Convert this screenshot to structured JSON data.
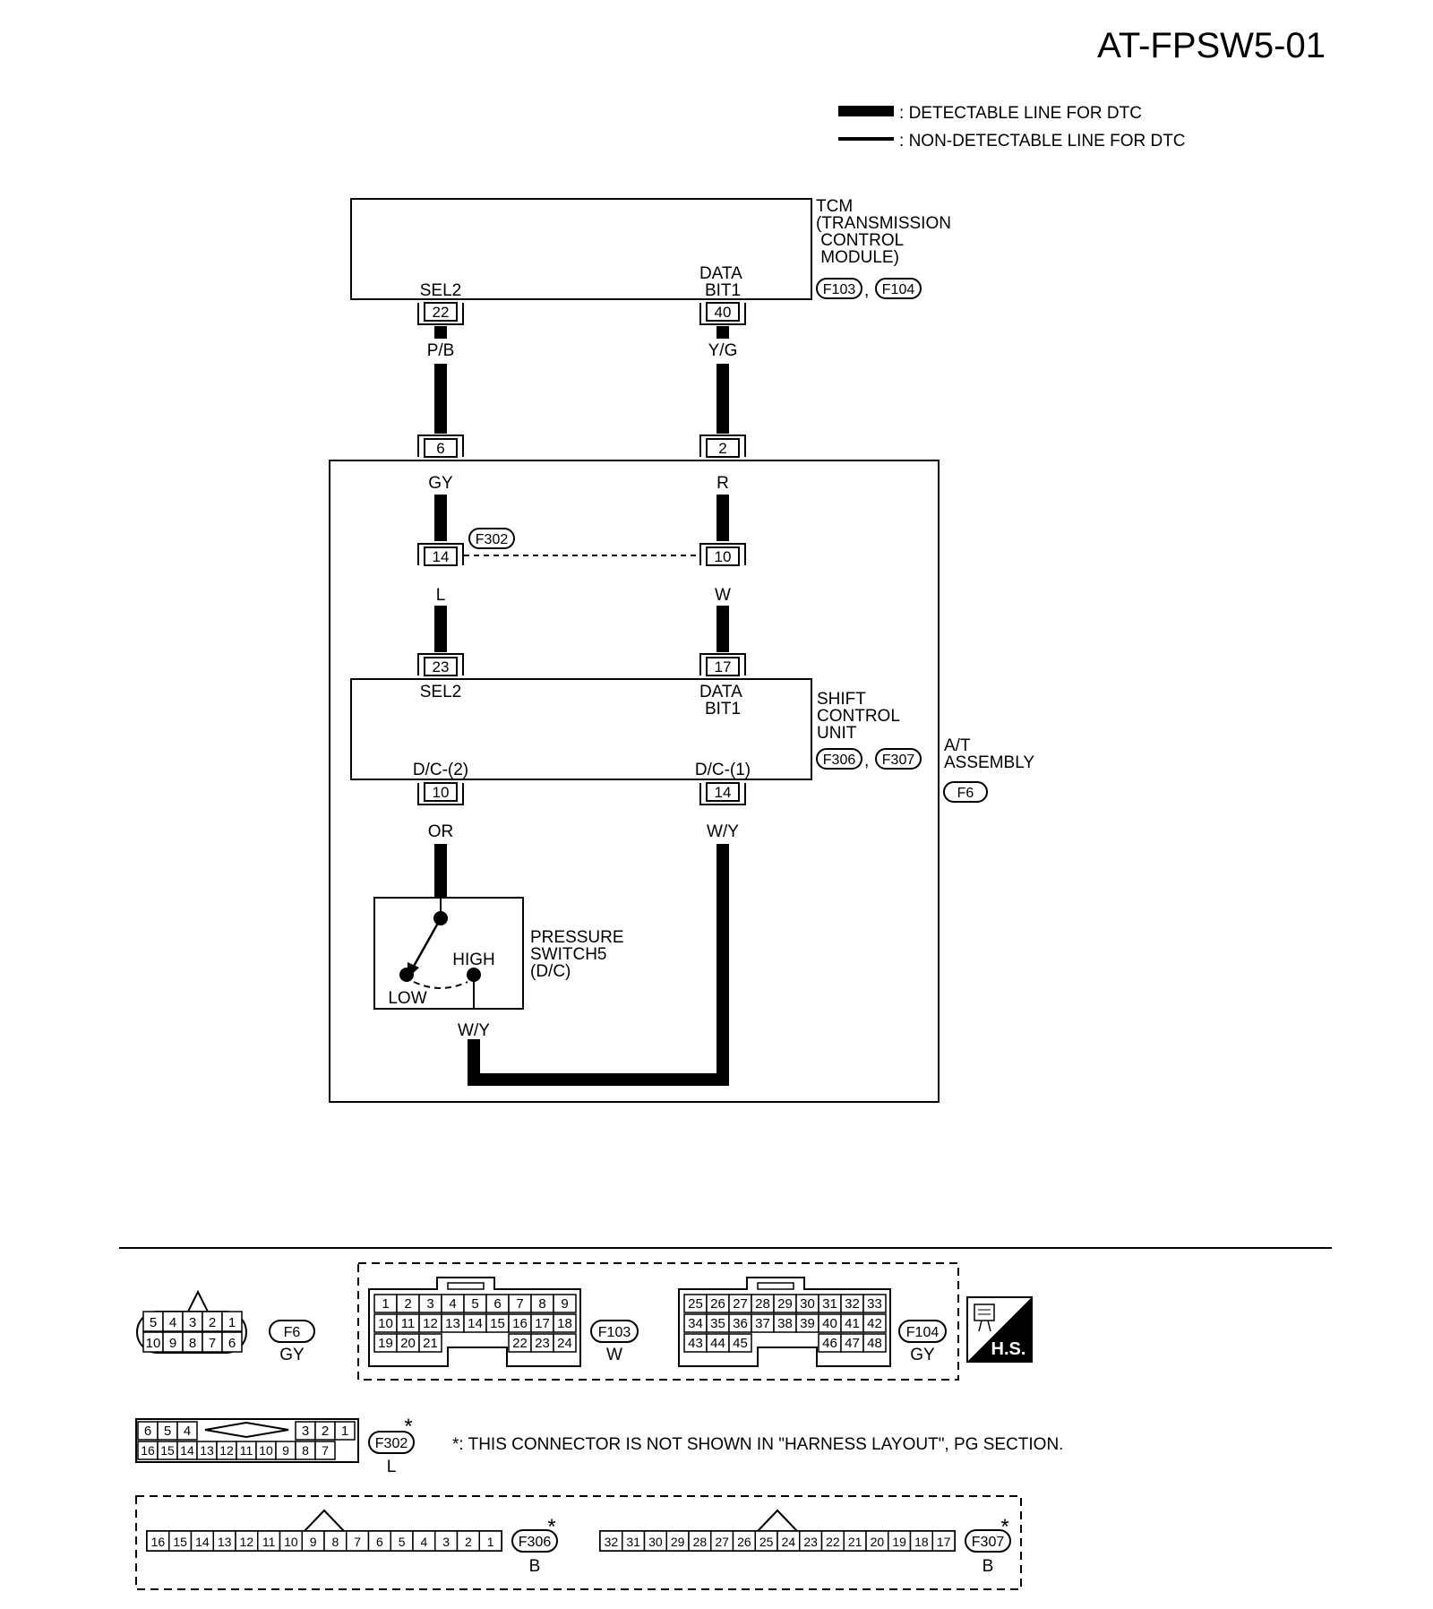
{
  "title": "AT-FPSW5-01",
  "legend": {
    "detectable": "DETECTABLE LINE FOR DTC",
    "non_detectable": "NON-DETECTABLE LINE FOR DTC"
  },
  "tcm": {
    "name_lines": [
      "TCM",
      "(TRANSMISSION",
      " CONTROL",
      " MODULE)"
    ],
    "connectors": [
      "F103",
      "F104"
    ],
    "terminals": [
      {
        "label": [
          "SEL2"
        ],
        "pin": "22",
        "wire_color": "P/B"
      },
      {
        "label": [
          "DATA",
          "BIT1"
        ],
        "pin": "40",
        "wire_color": "Y/G"
      }
    ]
  },
  "at_assembly": {
    "name_lines": [
      "A/T",
      "ASSEMBLY"
    ],
    "connector": "F6",
    "entry_pins": [
      {
        "pin": "6",
        "wire_color": "GY"
      },
      {
        "pin": "2",
        "wire_color": "R"
      }
    ],
    "junction": {
      "connector": "F302",
      "pins": [
        {
          "pin": "14",
          "wire_color": "L"
        },
        {
          "pin": "10",
          "wire_color": "W"
        }
      ]
    }
  },
  "shift_control_unit": {
    "name_lines": [
      "SHIFT",
      "CONTROL",
      "UNIT"
    ],
    "connectors": [
      "F306",
      "F307"
    ],
    "top_terminals": [
      {
        "label": [
          "SEL2"
        ],
        "pin": "23"
      },
      {
        "label": [
          "DATA",
          "BIT1"
        ],
        "pin": "17"
      }
    ],
    "bottom_terminals": [
      {
        "label": "D/C-(2)",
        "pin": "10",
        "wire_color": "OR"
      },
      {
        "label": "D/C-(1)",
        "pin": "14",
        "wire_color": "W/Y"
      }
    ]
  },
  "pressure_switch": {
    "name_lines": [
      "PRESSURE",
      "SWITCH5",
      "(D/C)"
    ],
    "high_label": "HIGH",
    "low_label": "LOW",
    "output_wire_color": "W/Y"
  },
  "connector_views": {
    "f6": {
      "code": "F6",
      "color": "GY",
      "row1": [
        "5",
        "4",
        "3",
        "2",
        "1"
      ],
      "row2": [
        "10",
        "9",
        "8",
        "7",
        "6"
      ]
    },
    "f103": {
      "code": "F103",
      "color": "W",
      "row1": [
        "1",
        "2",
        "3",
        "4",
        "5",
        "6",
        "7",
        "8",
        "9"
      ],
      "row2": [
        "10",
        "11",
        "12",
        "13",
        "14",
        "15",
        "16",
        "17",
        "18"
      ],
      "row3_left": [
        "19",
        "20",
        "21"
      ],
      "row3_right": [
        "22",
        "23",
        "24"
      ]
    },
    "f104": {
      "code": "F104",
      "color": "GY",
      "row1": [
        "25",
        "26",
        "27",
        "28",
        "29",
        "30",
        "31",
        "32",
        "33"
      ],
      "row2": [
        "34",
        "35",
        "36",
        "37",
        "38",
        "39",
        "40",
        "41",
        "42"
      ],
      "row3_left": [
        "43",
        "44",
        "45"
      ],
      "row3_right": [
        "46",
        "47",
        "48"
      ]
    },
    "hs_badge": "H.S.",
    "f302": {
      "code": "F302",
      "color": "L",
      "row1_left": [
        "6",
        "5",
        "4"
      ],
      "row1_right": [
        "3",
        "2",
        "1"
      ],
      "row2": [
        "16",
        "15",
        "14",
        "13",
        "12",
        "11",
        "10",
        "9",
        "8",
        "7"
      ]
    },
    "f306": {
      "code": "F306",
      "color": "B",
      "pins": [
        "16",
        "15",
        "14",
        "13",
        "12",
        "11",
        "10",
        "9",
        "8",
        "7",
        "6",
        "5",
        "4",
        "3",
        "2",
        "1"
      ]
    },
    "f307": {
      "code": "F307",
      "color": "B",
      "pins": [
        "32",
        "31",
        "30",
        "29",
        "28",
        "27",
        "26",
        "25",
        "24",
        "23",
        "22",
        "21",
        "20",
        "19",
        "18",
        "17"
      ]
    },
    "asterisk": "*",
    "footnote": "*: THIS CONNECTOR IS NOT SHOWN IN \"HARNESS LAYOUT\", PG SECTION."
  }
}
